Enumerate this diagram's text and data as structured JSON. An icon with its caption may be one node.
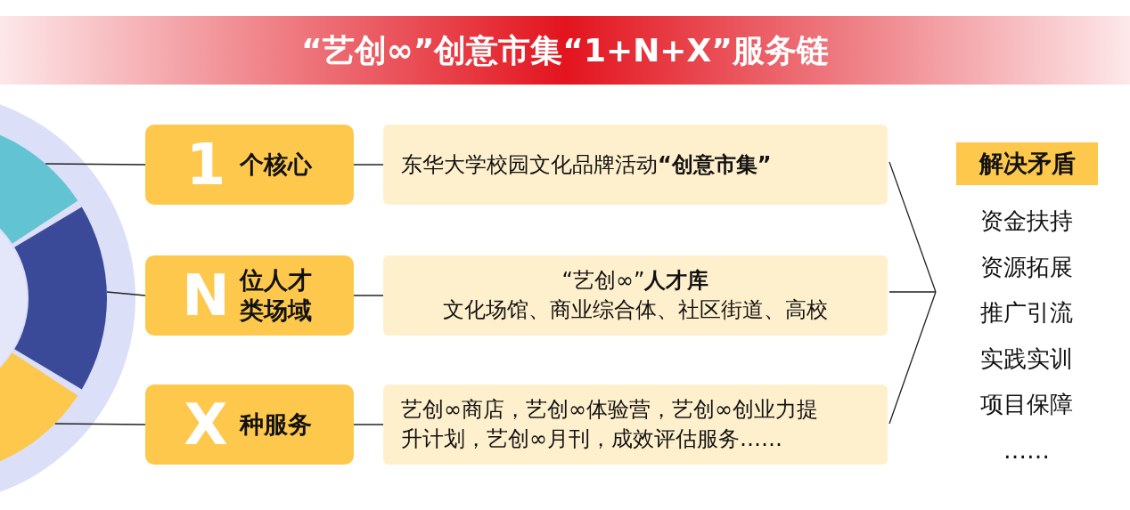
{
  "diagram": {
    "title": "“艺创∞”创意市集“1+N+X”服务链",
    "nodes": [
      {
        "text": [],
        "shape": "arc"
      },
      {
        "text": [],
        "shape": "arc"
      },
      {
        "text": [],
        "shape": "arc"
      },
      {
        "text": [
          "1",
          "个核心"
        ]
      },
      {
        "text": [
          "N",
          "位人才类场域"
        ]
      },
      {
        "text": [
          "X",
          "种服务"
        ]
      },
      {
        "text": [
          "东华大学校园文化品牌活动**“创意市集”**"
        ]
      },
      {
        "text": [
          "“艺创∞”**人才库**",
          "文化场馆、商业综合体、社区街道、高校"
        ]
      },
      {
        "text": [
          "艺创∞商店，艺创∞体验营，艺创∞创业力提升计划，艺创∞月刊，成效评估服务……"
        ]
      },
      {
        "text": [
          "解决矛盾"
        ]
      }
    ],
    "edges": [
      {
        "from": 0,
        "to": 3,
        "arrow": "none"
      },
      {
        "from": 1,
        "to": 4,
        "arrow": "none"
      },
      {
        "from": 2,
        "to": 5,
        "arrow": "none"
      },
      {
        "from": 3,
        "to": 6,
        "arrow": "none"
      },
      {
        "from": 4,
        "to": 7,
        "arrow": "none"
      },
      {
        "from": 5,
        "to": 8,
        "arrow": "none"
      }
    ],
    "labels": [
      "资金扶持",
      "资源拓展",
      "推广引流",
      "实践实训",
      "项目保障",
      "……"
    ]
  }
}
